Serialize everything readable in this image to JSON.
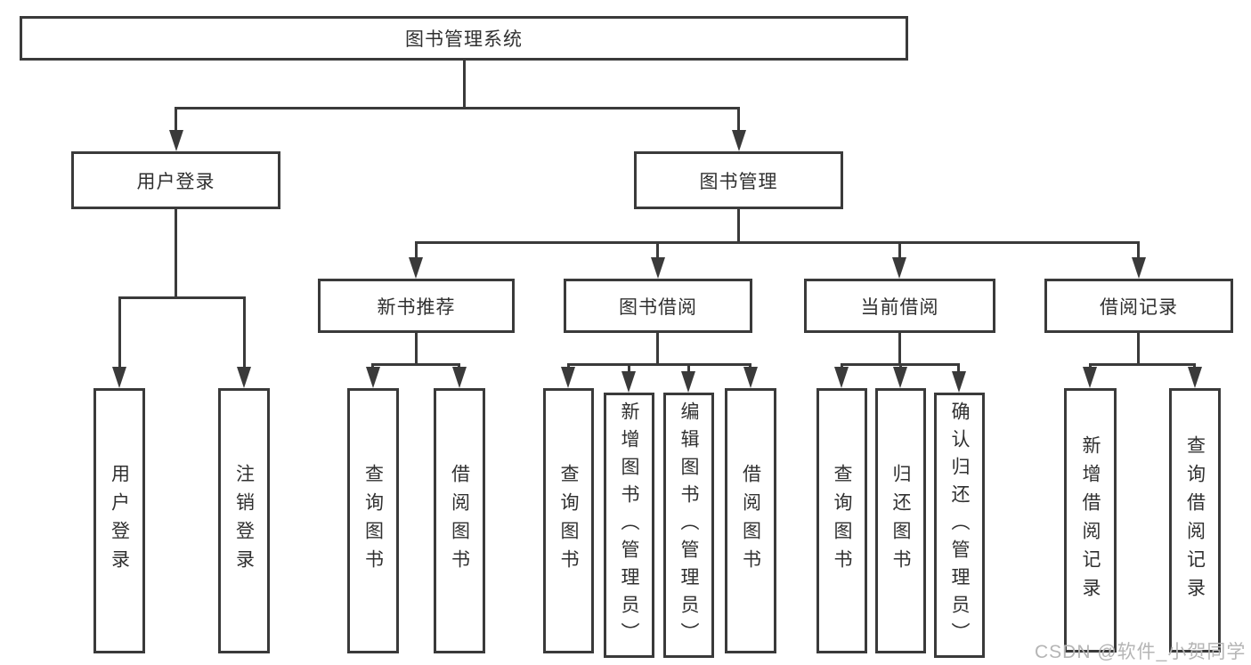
{
  "diagram": {
    "root": {
      "label": "图书管理系统"
    },
    "level2": [
      {
        "label": "用户登录"
      },
      {
        "label": "图书管理"
      }
    ],
    "level3": [
      {
        "label": "新书推荐"
      },
      {
        "label": "图书借阅"
      },
      {
        "label": "当前借阅"
      },
      {
        "label": "借阅记录"
      }
    ],
    "leaves": {
      "user_login": [
        {
          "label": "用户登录"
        },
        {
          "label": "注销登录"
        }
      ],
      "new_book_recommend": [
        {
          "label": "查询图书"
        },
        {
          "label": "借阅图书"
        }
      ],
      "book_borrow": [
        {
          "label": "查询图书"
        },
        {
          "label": "新增图书（管理员）"
        },
        {
          "label": "编辑图书（管理员）"
        },
        {
          "label": "借阅图书"
        }
      ],
      "current_borrow": [
        {
          "label": "查询图书"
        },
        {
          "label": "归还图书"
        },
        {
          "label": "确认归还（管理员）"
        }
      ],
      "borrow_records": [
        {
          "label": "新增借阅记录"
        },
        {
          "label": "查询借阅记录"
        }
      ]
    }
  },
  "watermark": {
    "text": "CSDN @软件_小贺同学"
  },
  "colors": {
    "line": "#3a3a3a",
    "text": "#303030",
    "watermark": "#b5b5b5",
    "background": "#ffffff"
  }
}
